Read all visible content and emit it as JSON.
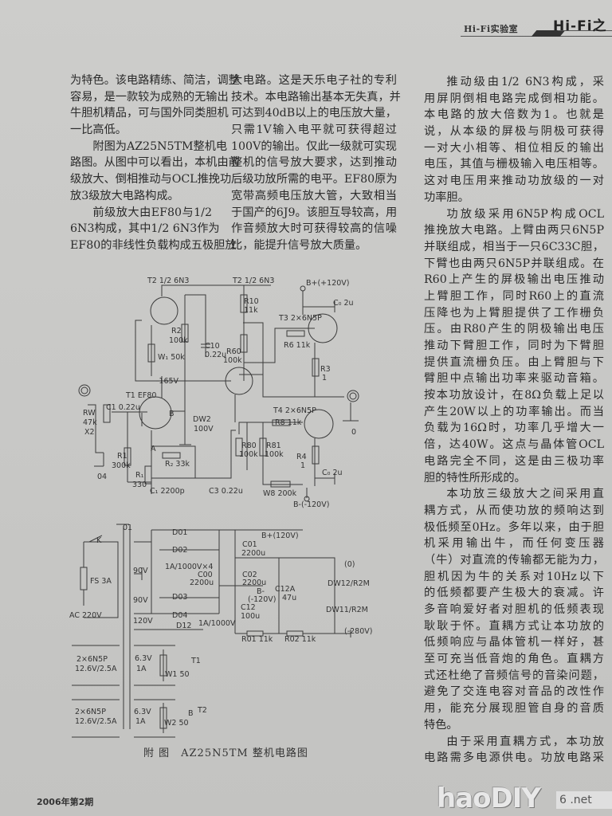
{
  "header": {
    "section": "Hi-Fi实验室",
    "title": "Hi-Fi之"
  },
  "col1": [
    {
      "t": "为特色。该电路精练、简洁，调整"
    },
    {
      "t": "容易，是一款较为成熟的无输出"
    },
    {
      "t": "牛胆机精品，可与国外同类胆机"
    },
    {
      "t": "一比高低。",
      "end": true
    },
    {
      "t": "附图为AZ25N5TM整机电",
      "ind": true
    },
    {
      "t": "路图。从图中可以看出，本机由前"
    },
    {
      "t": "级放大、倒相推动与OCL推挽功"
    },
    {
      "t": "放3级放大电路构成。",
      "end": true
    },
    {
      "t": "前级放大由EF80与1/2",
      "ind": true
    },
    {
      "t": "6N3构成，其中1/2 6N3作为"
    },
    {
      "t": "EF80的非线性负载构成五极胆放"
    }
  ],
  "col2": [
    {
      "t": "大电路。这是天乐电子社的专利"
    },
    {
      "t": "技术。本电路输出基本无失真，并"
    },
    {
      "t": "可达到40dB以上的电压放大量，"
    },
    {
      "t": "只需1V输入电平就可获得超过"
    },
    {
      "t": "100V的输出。仅此一级就可实现"
    },
    {
      "t": "整机的信号放大要求，达到推动"
    },
    {
      "t": "后级功放所需的电平。EF80原为"
    },
    {
      "t": "宽带高频电压放大管，大致相当"
    },
    {
      "t": "于国产的6J9。该胆互导较高，用"
    },
    {
      "t": "作音频放大时可获得较高的信噪"
    },
    {
      "t": "比，能提升信号放大质量。",
      "end": true
    }
  ],
  "col3": [
    {
      "t": "推动级由1/2 6N3构成，采",
      "ind": true
    },
    {
      "t": "用屏阴倒相电路完成倒相功能。"
    },
    {
      "t": "本电路的放大倍数为1。也就是"
    },
    {
      "t": "说，从本级的屏极与阴极可获得"
    },
    {
      "t": "一对大小相等、相位相反的输出"
    },
    {
      "t": "电压，其值与栅极输入电压相等。"
    },
    {
      "t": "这对电压用来推动功放级的一对"
    },
    {
      "t": "功率胆。",
      "end": true
    },
    {
      "t": "功放级采用6N5P构成OCL",
      "ind": true
    },
    {
      "t": "推挽放大电路。上臂由两只6N5P"
    },
    {
      "t": "并联组成，相当于一只6C33C胆，"
    },
    {
      "t": "下臂也由两只6N5P并联组成。在"
    },
    {
      "t": "R60上产生的屏极输出电压推动"
    },
    {
      "t": "上臂胆工作，同时R60上的直流"
    },
    {
      "t": "压降也为上臂胆提供了工作栅负"
    },
    {
      "t": "压。由R80产生的阴极输出电压"
    },
    {
      "t": "推动下臂胆工作，同时为下臂胆"
    },
    {
      "t": "提供直流栅负压。由上臂胆与下"
    },
    {
      "t": "臂胆中点输出功率来驱动音箱。"
    },
    {
      "t": "按本功放设计，在8Ω负载上足以"
    },
    {
      "t": "产生20W以上的功率输出。而当"
    },
    {
      "t": "负载为16Ω时，功率几乎增大一"
    },
    {
      "t": "倍，达40W。这点与晶体管OCL"
    },
    {
      "t": "电路完全不同，这是由三极功率"
    },
    {
      "t": "胆的特性所形成的。",
      "end": true
    },
    {
      "t": "本功放三级放大之间采用直",
      "ind": true
    },
    {
      "t": "耦方式，从而使功放的频响达到"
    },
    {
      "t": "极低频至0Hz。多年以来，由于胆"
    },
    {
      "t": "机采用输出牛，而任何变压器"
    },
    {
      "t": "（牛）对直流的传输都无能为力，"
    },
    {
      "t": "胆机因为牛的关系对10Hz以下"
    },
    {
      "t": "的低频都要产生极大的衰减。许"
    },
    {
      "t": "多音响爱好者对胆机的低频表现"
    },
    {
      "t": "耿耿于怀。直耦方式让本功放的"
    },
    {
      "t": "低频响应与晶体管机一样好，甚"
    },
    {
      "t": "至可充当低音炮的角色。直耦方"
    },
    {
      "t": "式还杜绝了音频信号的音染问题，"
    },
    {
      "t": "避免了交连电容对音品的改性作"
    },
    {
      "t": "用，能充分展现胆管自身的音质"
    },
    {
      "t": "特色。",
      "end": true
    },
    {
      "t": "由于采用直耦方式，本功放",
      "ind": true
    },
    {
      "t": "电路需多电源供电。功放电路采"
    }
  ],
  "schematic": {
    "labels": [
      "T2 1/2 6N3",
      "T2 1/2 6N3",
      "B+(+120V)",
      "R10",
      "11k",
      "C₀  2u",
      "T3 2×6N5P",
      "R2",
      "100k",
      "C10",
      "0.22u",
      "W₁ 50k",
      "R6 11k",
      "R60",
      "100k",
      "R3",
      "1",
      "-165V",
      "T1 EF80",
      "C1 0.22u",
      "B",
      "RW",
      "47k",
      "X2",
      "DW2",
      "100V",
      "T4 2×6N5P",
      "R8 11k",
      "0",
      "A",
      "R1",
      "300k",
      "R₂ 33k",
      "R80",
      "100k",
      "R81",
      "100k",
      "R4",
      "1",
      "04",
      "R₁",
      "330",
      "C₀  2u",
      "C₁  2200p",
      "C3 0.22u",
      "W8 200k",
      "B-(-120V)",
      "01",
      "K",
      "D01",
      "D02",
      "B+(120V)",
      "C01",
      "2200u",
      "(0)",
      "90V",
      "1A/1000V×4",
      "FS 3A",
      "C00",
      "2200u",
      "C02",
      "2200u",
      "DW12/R2M",
      "C12A",
      "47u",
      "90V",
      "D03",
      "B-",
      "(-120V)",
      "AC 220V",
      "D04",
      "C12",
      "100u",
      "DW11/R2M",
      "120V",
      "D12",
      "1A/1000V",
      "(-280V)",
      "R01 11k",
      "R02 11k",
      "2×6N5P",
      "12.6V/2.5A",
      "6.3V",
      "1A",
      "T1",
      "W1 50",
      "2×6N5P",
      "12.6V/2.5A",
      "6.3V",
      "1A",
      "B",
      "T2",
      "W2 50"
    ],
    "caption": "附 图　AZ25N5TM 整机电路图"
  },
  "footer": {
    "issue": "2006年第2期"
  },
  "watermark": {
    "logo": "haoDIY",
    "sub": "6 .net"
  }
}
